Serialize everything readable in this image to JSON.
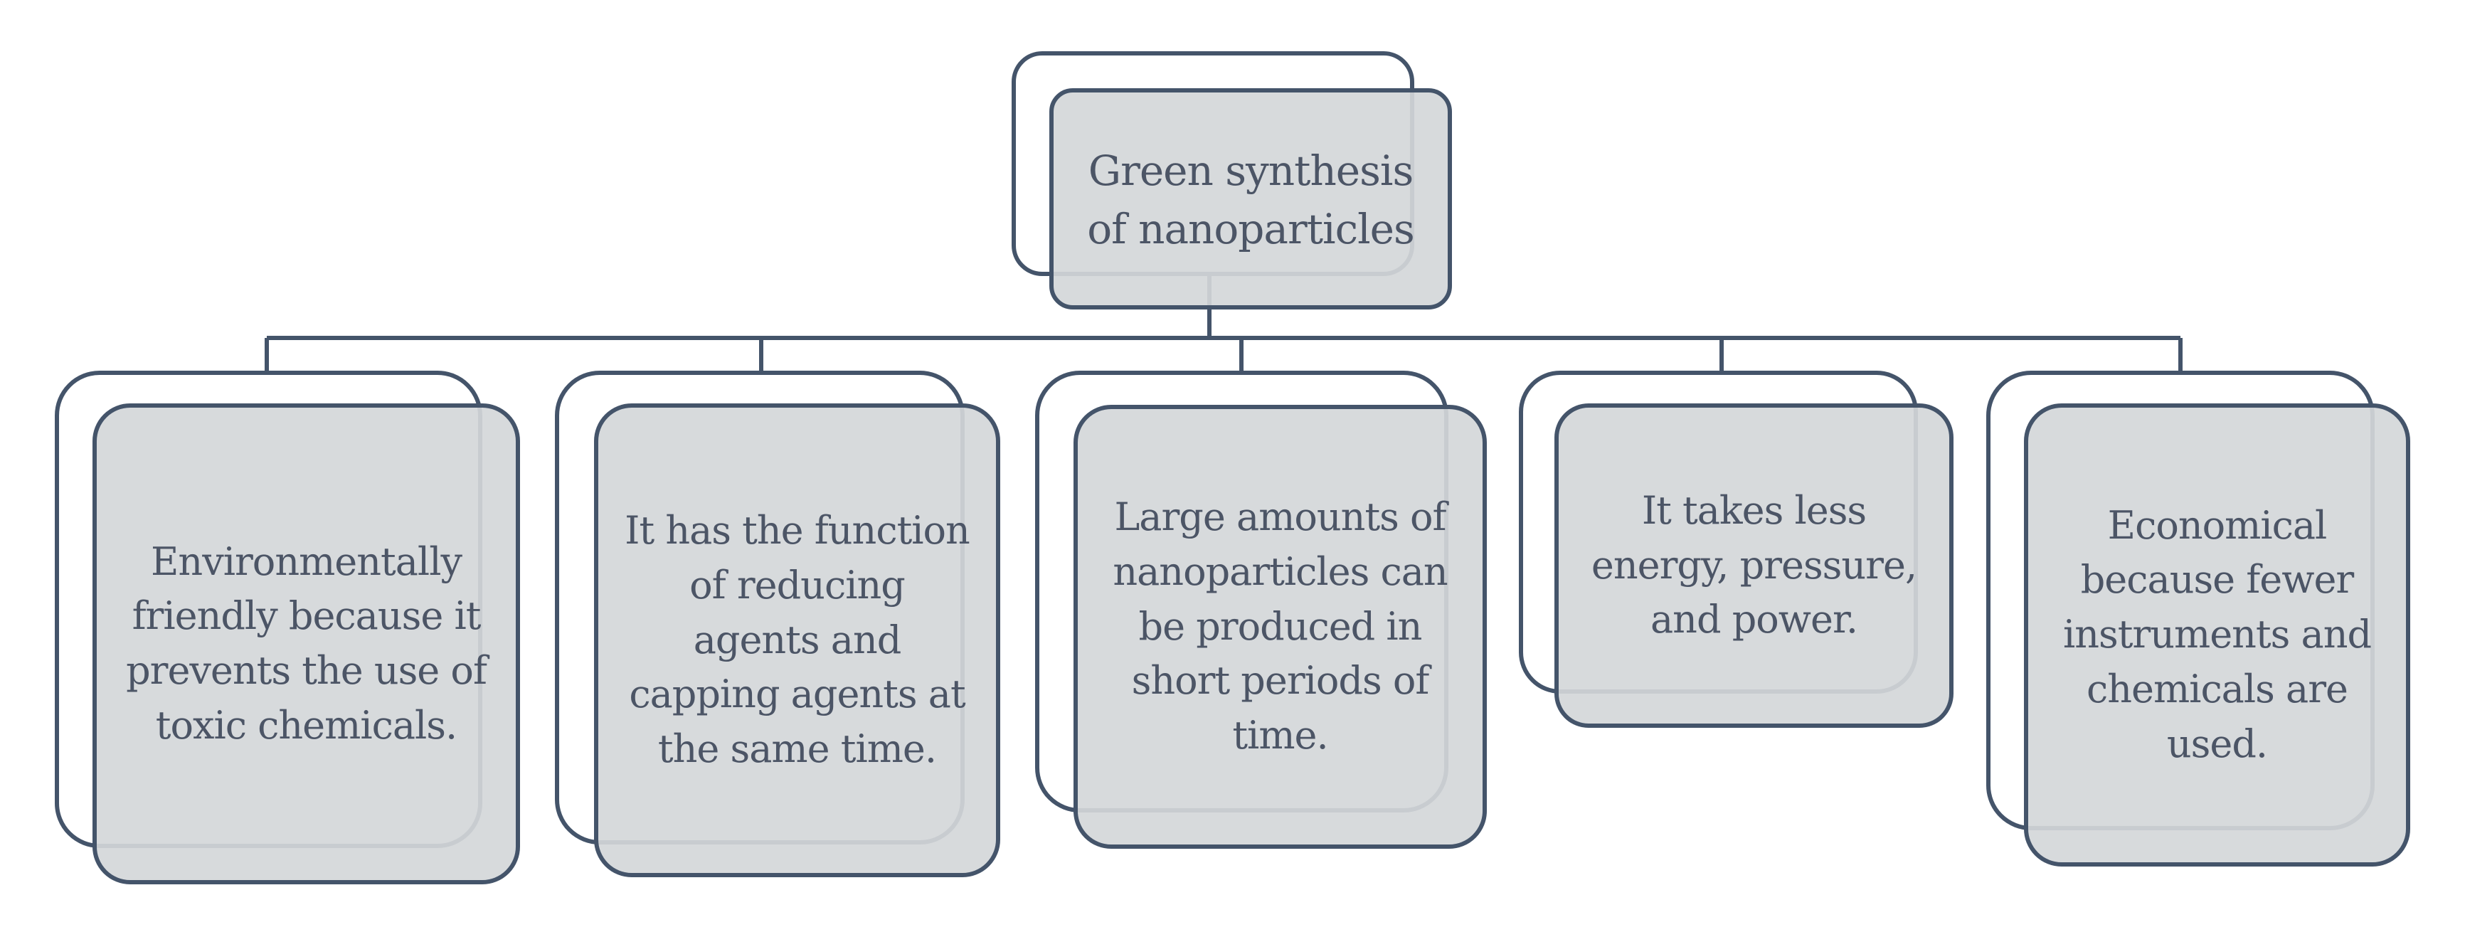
{
  "colors": {
    "stroke": "#44546a",
    "fill": "#d4d7d9",
    "text": "#4c5566",
    "background": "#ffffff"
  },
  "root": {
    "label": "Green synthesis of nanoparticles"
  },
  "children": [
    {
      "label": "Environmentally friendly because it prevents the use of toxic chemicals."
    },
    {
      "label": "It has the function of reducing agents and capping agents at the same time."
    },
    {
      "label": "Large amounts of nanoparticles can be produced in short periods of time."
    },
    {
      "label": "It takes less energy, pressure, and power."
    },
    {
      "label": "Economical because fewer instruments and chemicals are used."
    }
  ]
}
